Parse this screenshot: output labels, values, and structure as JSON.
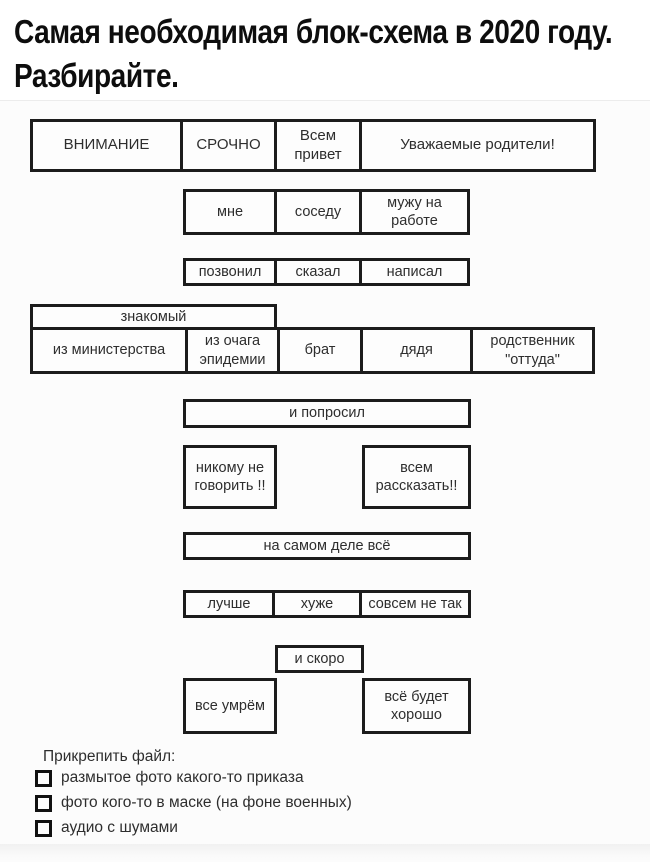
{
  "title": {
    "line1": "Самая необходимая блок-схема в 2020 году.",
    "line2": "Разбирайте."
  },
  "flow": {
    "row1": [
      "ВНИМАНИЕ",
      "СРОЧНО",
      "Всем привет",
      "Уважаемые родители!"
    ],
    "row2": [
      "мне",
      "соседу",
      "мужу на работе"
    ],
    "row3": [
      "позвонил",
      "сказал",
      "написал"
    ],
    "row4_header": "знакомый",
    "row4": [
      "из министерства",
      "из очага эпидемии",
      "брат",
      "дядя",
      "родственник \"оттуда\""
    ],
    "row5": "и попросил",
    "row6": [
      "никому не говорить !!",
      "всем рассказать!!"
    ],
    "row7": "на самом деле всё",
    "row8": [
      "лучше",
      "хуже",
      "совсем не так"
    ],
    "row9": "и скоро",
    "row10": [
      "все умрём",
      "всё будет хорошо"
    ]
  },
  "attach": {
    "label": "Прикрепить файл:",
    "options": [
      "размытое фото какого-то приказа",
      "фото кого-то в маске (на фоне военных)",
      "аудио с шумами"
    ]
  },
  "colors": {
    "box_border": "#1c1c1c",
    "box_text": "#2e2e2e",
    "title_text": "#0d0d0d",
    "photo_background": "#fcfcfc"
  }
}
